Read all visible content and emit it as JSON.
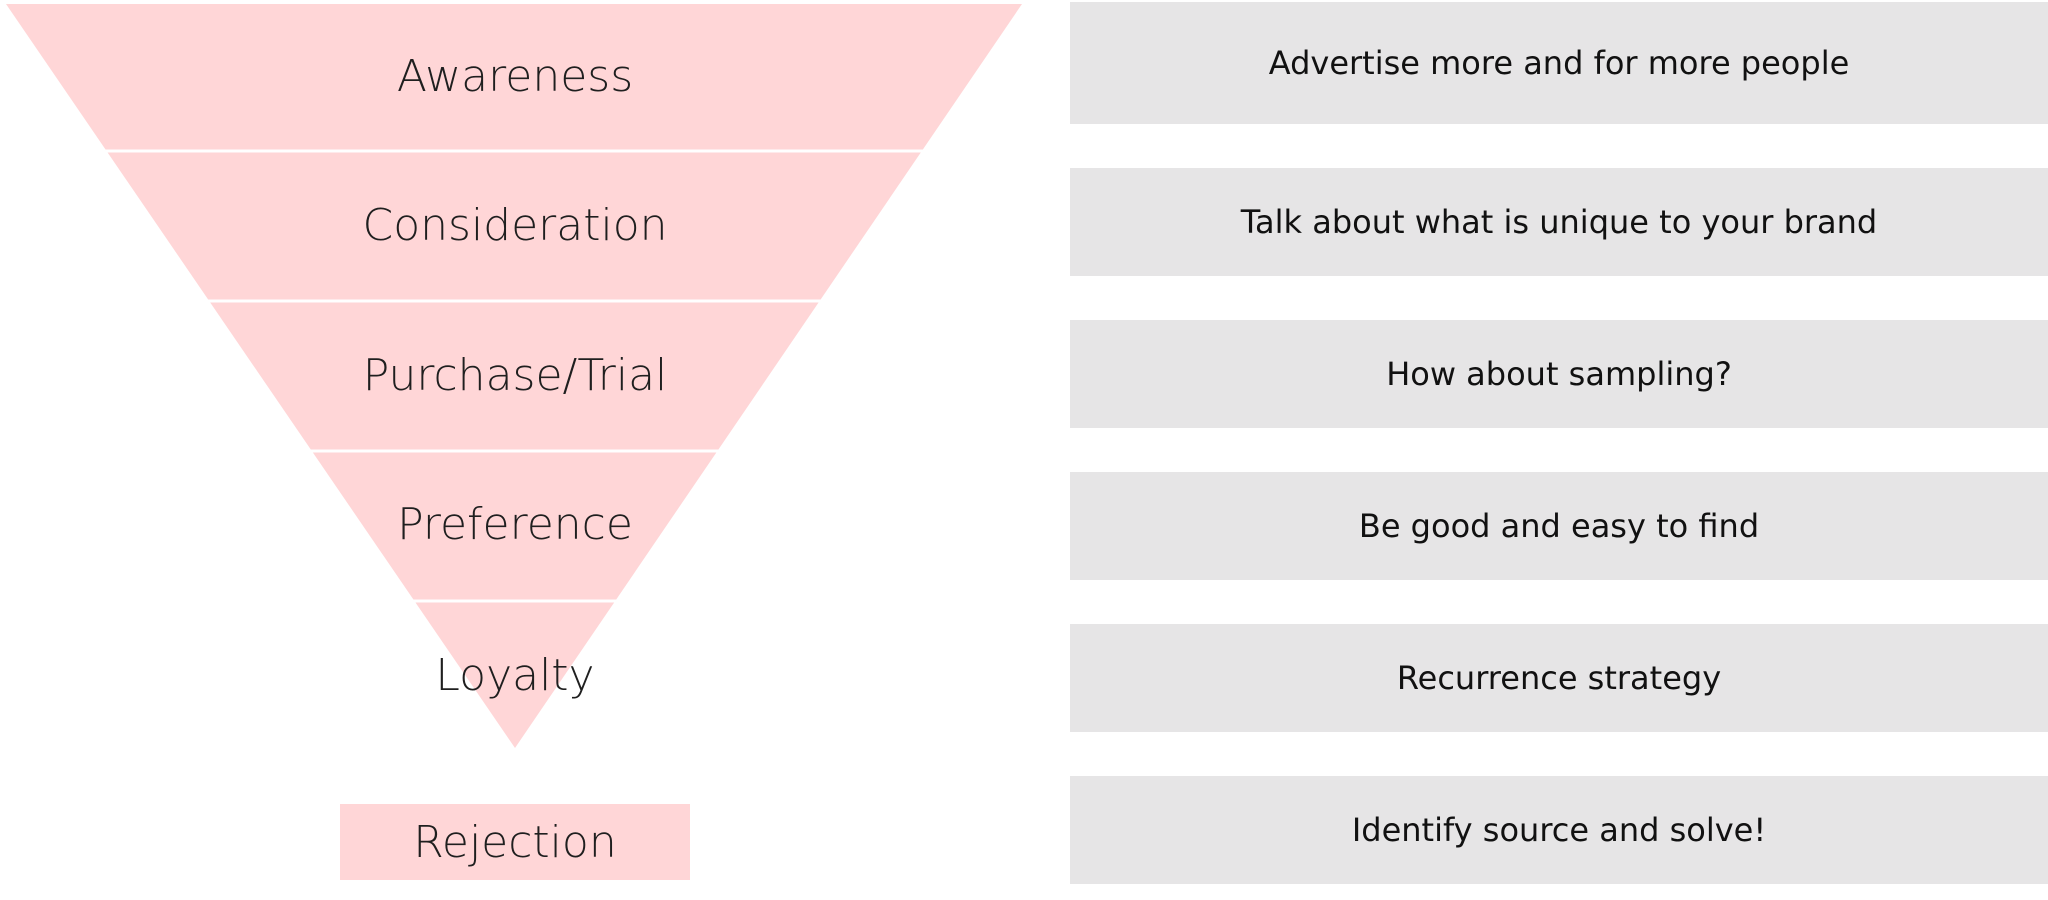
{
  "colors": {
    "funnel_fill": "#ffd6d7",
    "action_fill": "#e6e5e6",
    "divider": "#ffffff"
  },
  "stages": [
    {
      "label": "Awareness"
    },
    {
      "label": "Consideration"
    },
    {
      "label": "Purchase/Trial"
    },
    {
      "label": "Preference"
    },
    {
      "label": "Loyalty"
    }
  ],
  "rejection": {
    "label": "Rejection"
  },
  "actions": [
    {
      "text": "Advertise more and for more people"
    },
    {
      "text": "Talk about what is unique to your brand"
    },
    {
      "text": "How about sampling?"
    },
    {
      "text": "Be good and easy to find"
    },
    {
      "text": "Recurrence strategy"
    },
    {
      "text": "Identify source and solve!"
    }
  ]
}
